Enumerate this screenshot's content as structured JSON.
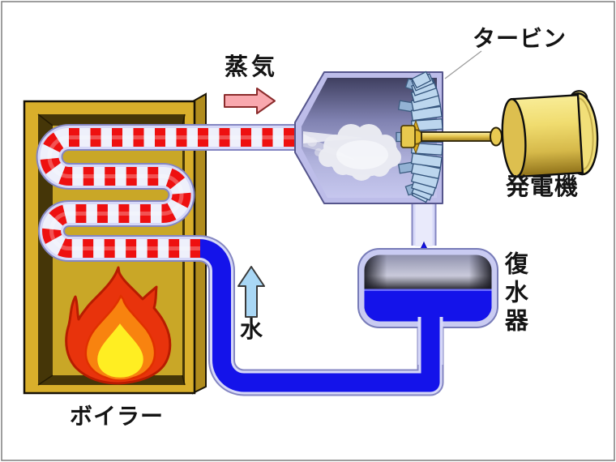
{
  "labels": {
    "steam": "蒸気",
    "turbine": "タービン",
    "generator": "発電機",
    "condenser": "復水器",
    "water": "水",
    "boiler": "ボイラー"
  },
  "colors": {
    "steam_stripe_red": "#ee1010",
    "water_blue": "#1413ea",
    "pipe_casing_lavender": "#d6d8f8",
    "boiler_gold": "#d9af2b",
    "boiler_interior": "#c9a727",
    "flame_red": "#e8330c",
    "flame_orange": "#f8830f",
    "flame_yellow": "#ffee22",
    "generator_yellow": "#f0dc6f",
    "turbine_housing": "#bdbde9",
    "turbine_blade_blue": "#bcd6ee",
    "steam_arrow_pink": "#f9a8ae",
    "water_arrow_blue": "#a9d7f5",
    "label_text": "#141414"
  },
  "icons": {
    "flame": "flame-icon",
    "steam_cloud": "steam-cloud-icon",
    "water_droplet": "droplet-icon",
    "steam_arrow": "right-arrow-icon",
    "water_arrow": "up-arrow-icon",
    "turbine_wheel": "turbine-wheel-icon"
  }
}
